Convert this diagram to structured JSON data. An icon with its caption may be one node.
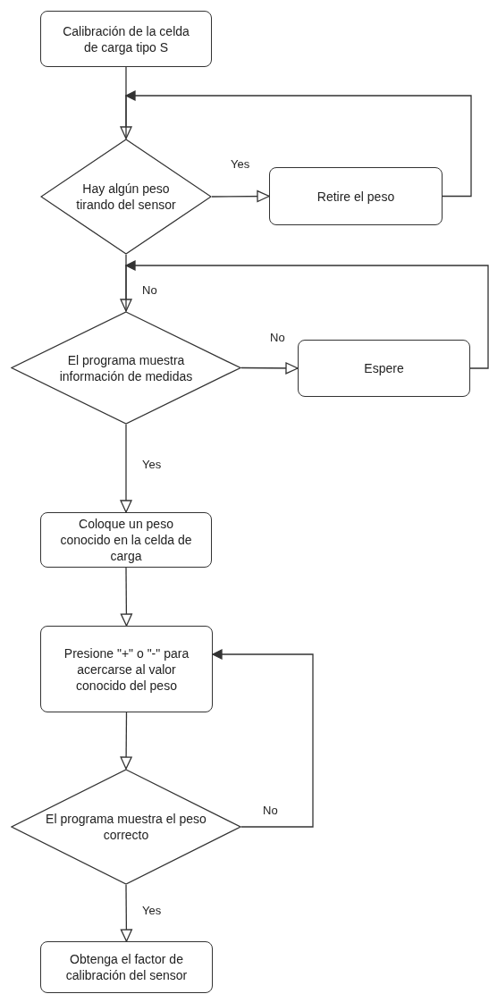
{
  "diagram": {
    "nodes": [
      {
        "text": [
          "Calibración de la celda de carga tipo S"
        ]
      },
      {
        "text": [
          "Hay algún peso tirando del sensor"
        ]
      },
      {
        "text": [
          "Retire el peso"
        ]
      },
      {
        "text": [
          "El programa muestra información de medidas"
        ]
      },
      {
        "text": [
          "Espere"
        ]
      },
      {
        "text": [
          "Coloque un peso conocido en la celda de carga"
        ]
      },
      {
        "text": [
          "Presione \"+\" o \"-\" para acercarse al valor conocido del peso"
        ]
      },
      {
        "text": [
          "El programa muestra el peso correcto"
        ]
      },
      {
        "text": [
          "Obtenga el factor de calibración del sensor"
        ]
      }
    ],
    "edges": [
      {
        "from": 0,
        "to": 1,
        "arrow": "to"
      },
      {
        "from": 1,
        "to": 2,
        "arrow": "to",
        "label": "Yes"
      },
      {
        "from": 2,
        "to": 1,
        "arrow": "to"
      },
      {
        "from": 1,
        "to": 3,
        "arrow": "to",
        "label": "No"
      },
      {
        "from": 3,
        "to": 4,
        "arrow": "to",
        "label": "No"
      },
      {
        "from": 4,
        "to": 3,
        "arrow": "to"
      },
      {
        "from": 3,
        "to": 5,
        "arrow": "to",
        "label": "Yes"
      },
      {
        "from": 5,
        "to": 6,
        "arrow": "to"
      },
      {
        "from": 6,
        "to": 7,
        "arrow": "to"
      },
      {
        "from": 7,
        "to": 6,
        "arrow": "to",
        "label": "No"
      },
      {
        "from": 7,
        "to": 8,
        "arrow": "to",
        "label": "Yes"
      }
    ]
  }
}
